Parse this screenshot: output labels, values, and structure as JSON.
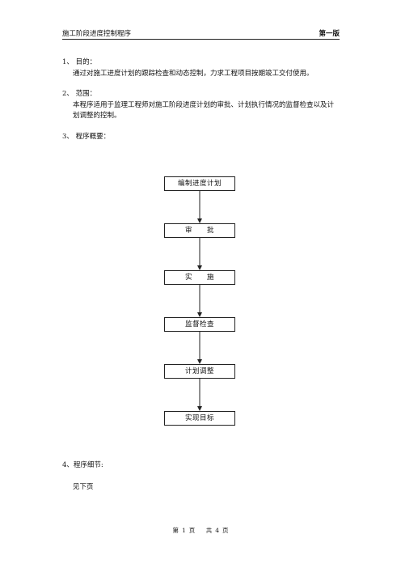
{
  "header": {
    "title": "施工阶段进度控制程序",
    "edition": "第一版"
  },
  "sections": {
    "s1": {
      "heading": "1、  目的：",
      "body": "通过对施工进度计划的跟踪检查和动态控制，力求工程项目按期竣工交付使用。"
    },
    "s2": {
      "heading": "2、  范围：",
      "body_line1": "本程序适用于监理工程师对施工阶段进度计划的审批、计划执行情况的监督检查以及计",
      "body_line2": "划调整的控制。"
    },
    "s3": {
      "heading": "3、  程序概要："
    },
    "s4": {
      "heading": "4、程序细节:",
      "body": "见下页"
    }
  },
  "flowchart": {
    "steps": [
      "编制进度计划",
      "审　　批",
      "实　　施",
      "监督检查",
      "计划调整",
      "实现目标"
    ]
  },
  "footer": {
    "page_prefix": "第",
    "page_num": "1",
    "page_suffix": "页",
    "total_prefix": "共",
    "total_num": "4",
    "total_suffix": "页"
  }
}
